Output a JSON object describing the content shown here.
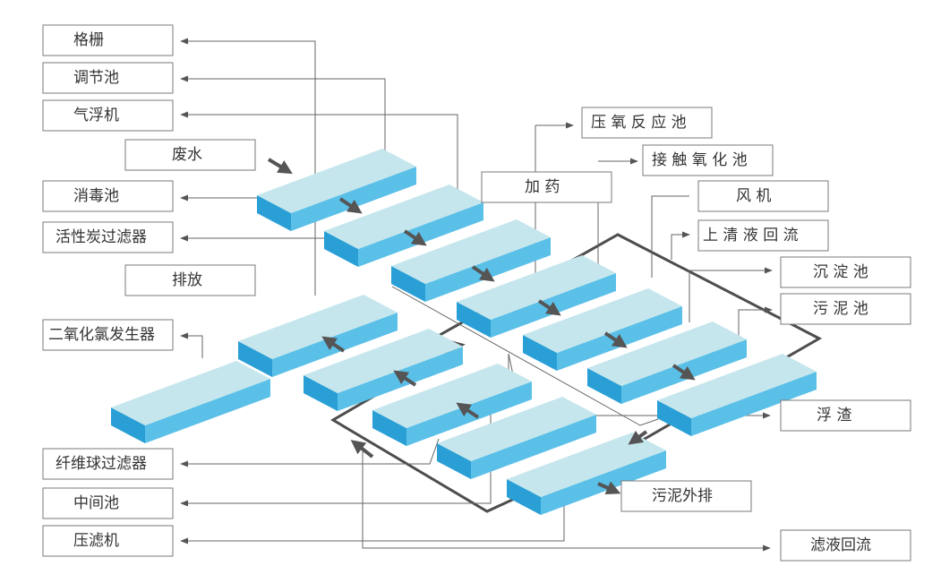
{
  "title": "",
  "labels": {
    "grille": "格栅",
    "regulating_tank": "调节池",
    "air_flotation": "气浮机",
    "wastewater": "废水",
    "disinfection_tank": "消毒池",
    "activated_carbon_filter": "活性炭过滤器",
    "discharge": "排放",
    "chlorine_dioxide_generator": "二氧化氯发生器",
    "fiber_ball_filter": "纤维球过滤器",
    "intermediate_tank": "中间池",
    "filter_press": "压滤机",
    "anaerobic_tank": "压 氧 反 应 池",
    "contact_oxidation_tank": "接 触 氧 化 池",
    "dosing": "加 药",
    "blower": "风 机",
    "supernatant_return": "上 清 液 回 流",
    "sedimentation_tank": "沉 淀 池",
    "sludge_tank": "污 泥 池",
    "scum": "浮    渣",
    "sludge_discharge": "污泥外排",
    "filtrate_return": "滤液回流"
  },
  "colors": {
    "block_top": "#c5e6ec",
    "block_side": "#2a9fd6",
    "block_front": "#5bc0e8",
    "line": "#666666",
    "box_border": "#7a7a7a",
    "text": "#333333"
  }
}
